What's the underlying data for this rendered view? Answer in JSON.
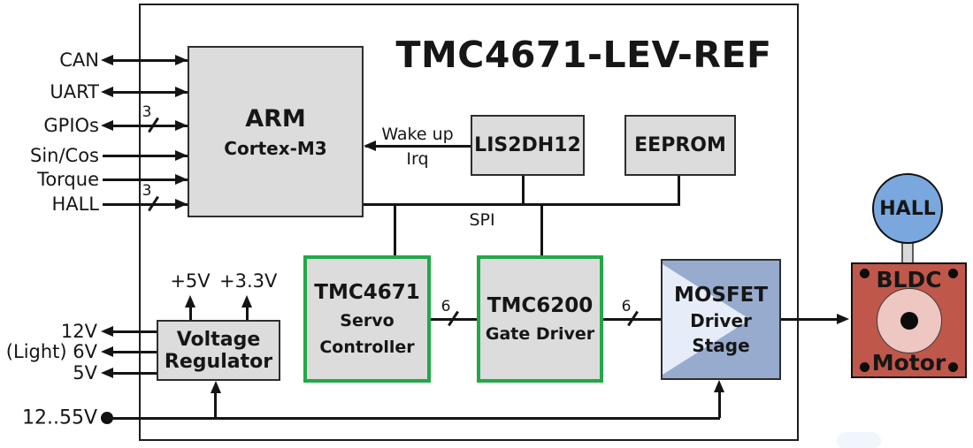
{
  "title": "TMC4671-LEV-REF",
  "blocks": {
    "arm": {
      "line1": "ARM",
      "line2": "Cortex-M3"
    },
    "lis2dh12": {
      "label": "LIS2DH12"
    },
    "eeprom": {
      "label": "EEPROM"
    },
    "tmc4671": {
      "line1": "TMC4671",
      "line2": "Servo",
      "line3": "Controller"
    },
    "tmc6200": {
      "line1": "TMC6200",
      "line2": "Gate Driver"
    },
    "mosfet": {
      "line1": "MOSFET",
      "line2": "Driver",
      "line3": "Stage"
    },
    "vreg": {
      "line1": "Voltage",
      "line2": "Regulator"
    },
    "hall_sensor": {
      "label": "HALL"
    },
    "motor": {
      "line1": "BLDC",
      "line2": "Motor"
    }
  },
  "left_ports": [
    {
      "label": "CAN",
      "direction": "bidirectional",
      "width": ""
    },
    {
      "label": "UART",
      "direction": "bidirectional",
      "width": ""
    },
    {
      "label": "GPIOs",
      "direction": "bidirectional",
      "width": "3"
    },
    {
      "label": "Sin/Cos",
      "direction": "in",
      "width": ""
    },
    {
      "label": "Torque",
      "direction": "in",
      "width": ""
    },
    {
      "label": "HALL",
      "direction": "in",
      "width": "3"
    }
  ],
  "signals": {
    "wake_up": "Wake up",
    "irq": "Irq",
    "spi": "SPI"
  },
  "bus_widths": {
    "gpios": "3",
    "hall": "3",
    "servo_to_gate": "6",
    "gate_to_mosfet": "6"
  },
  "power": {
    "out_12v": "12V",
    "out_6v": "(Light) 6V",
    "out_5v": "5V",
    "rail_5v": "+5V",
    "rail_3v3": "+3.3V",
    "supply": "12..55V"
  },
  "colors": {
    "block_fill": "#dcdcdc",
    "accent_green": "#22a848",
    "mosfet_blue": "#96abce",
    "mosfet_triangle": "#e6edf8",
    "motor_red": "#bf574b",
    "motor_core_pink": "#eec6c2",
    "hall_blue": "#79a7de",
    "line_black": "#141414"
  }
}
